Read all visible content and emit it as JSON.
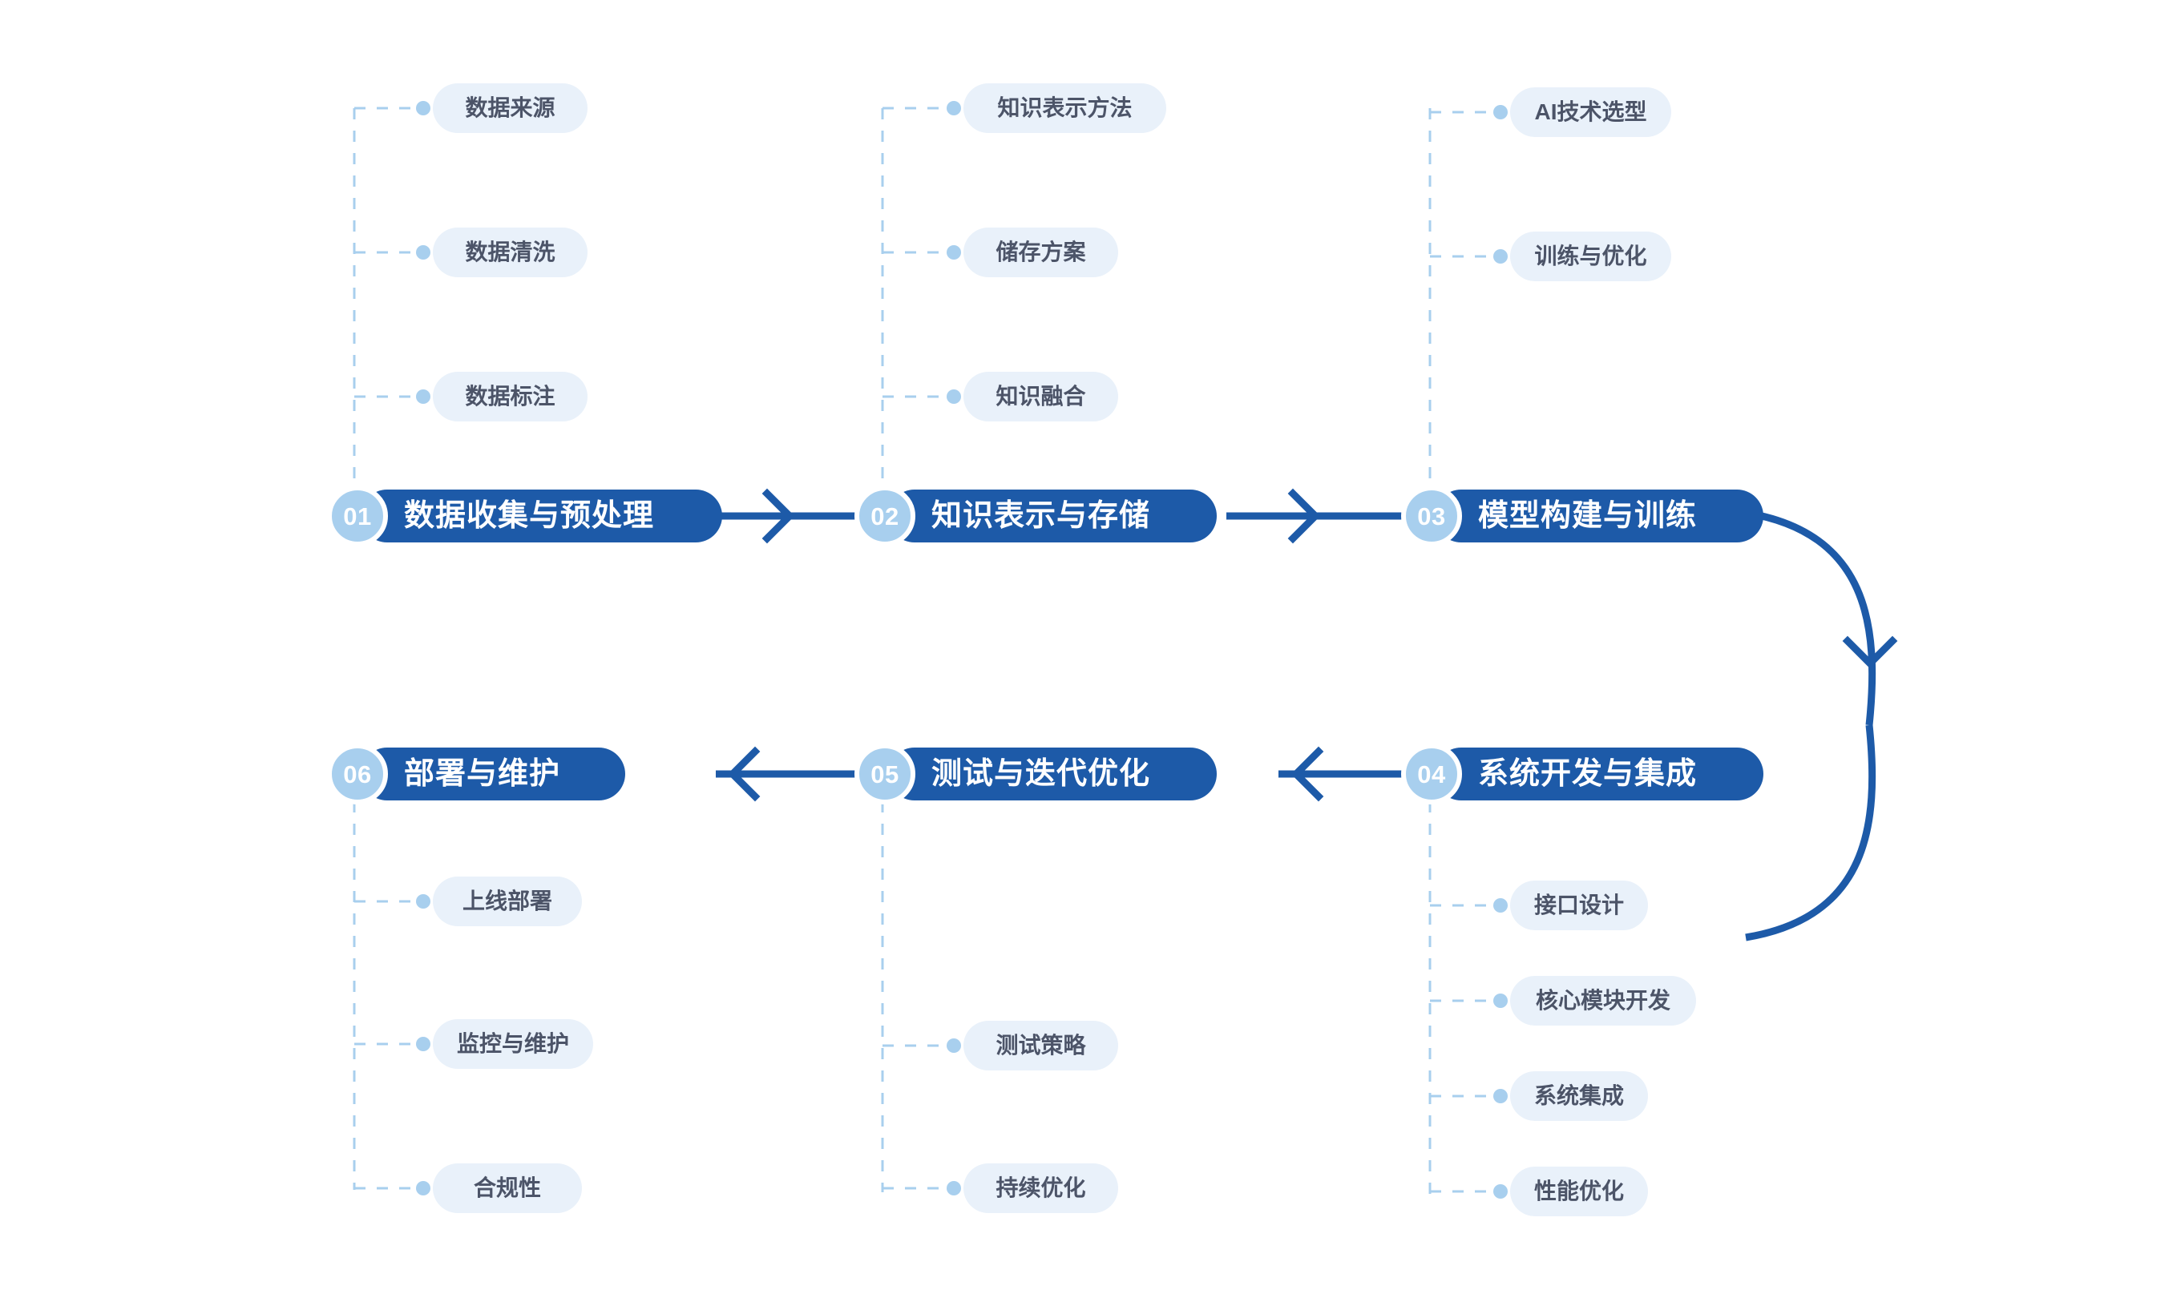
{
  "colors": {
    "stage_bar": "#1d5aa8",
    "badge": "#a8cfee",
    "pill_bg": "#e9f1fa",
    "pill_text": "#4c5468",
    "connector": "#1d5aa8",
    "dashed": "#a8cfee",
    "background": "#ffffff"
  },
  "diagram": {
    "type": "process-flowchart",
    "flow_order": [
      "01",
      "02",
      "03",
      "04",
      "05",
      "06"
    ],
    "stages": [
      {
        "number": "01",
        "title": "数据收集与预处理",
        "sub_items": [
          "数据来源",
          "数据清洗",
          "数据标注"
        ]
      },
      {
        "number": "02",
        "title": "知识表示与存储",
        "sub_items": [
          "知识表示方法",
          "储存方案",
          "知识融合"
        ]
      },
      {
        "number": "03",
        "title": "模型构建与训练",
        "sub_items": [
          "AI技术选型",
          "训练与优化"
        ]
      },
      {
        "number": "04",
        "title": "系统开发与集成",
        "sub_items": [
          "接口设计",
          "核心模块开发",
          "系统集成",
          "性能优化"
        ]
      },
      {
        "number": "05",
        "title": "测试与迭代优化",
        "sub_items": [
          "测试策略",
          "持续优化"
        ]
      },
      {
        "number": "06",
        "title": "部署与维护",
        "sub_items": [
          "上线部署",
          "监控与维护",
          "合规性"
        ]
      }
    ]
  }
}
